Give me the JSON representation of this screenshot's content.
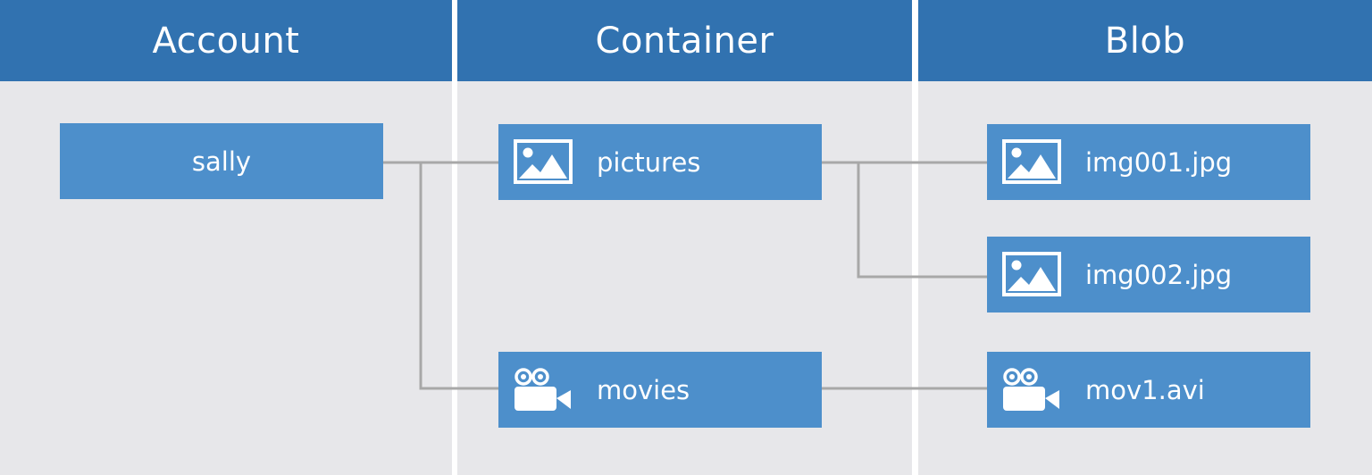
{
  "columns": [
    {
      "id": "account",
      "title": "Account"
    },
    {
      "id": "container",
      "title": "Container"
    },
    {
      "id": "blob",
      "title": "Blob"
    }
  ],
  "account": {
    "label": "sally"
  },
  "containers": [
    {
      "label": "pictures",
      "icon": "image-icon"
    },
    {
      "label": "movies",
      "icon": "video-camera-icon"
    }
  ],
  "blobs": [
    {
      "label": "img001.jpg",
      "icon": "image-icon"
    },
    {
      "label": "img002.jpg",
      "icon": "image-icon"
    },
    {
      "label": "mov1.avi",
      "icon": "video-camera-icon"
    }
  ],
  "colors": {
    "header": "#3172b0",
    "node": "#4d8fcb",
    "panel": "#e7e7ea",
    "connector": "#a8a8a8",
    "text": "#ffffff"
  }
}
